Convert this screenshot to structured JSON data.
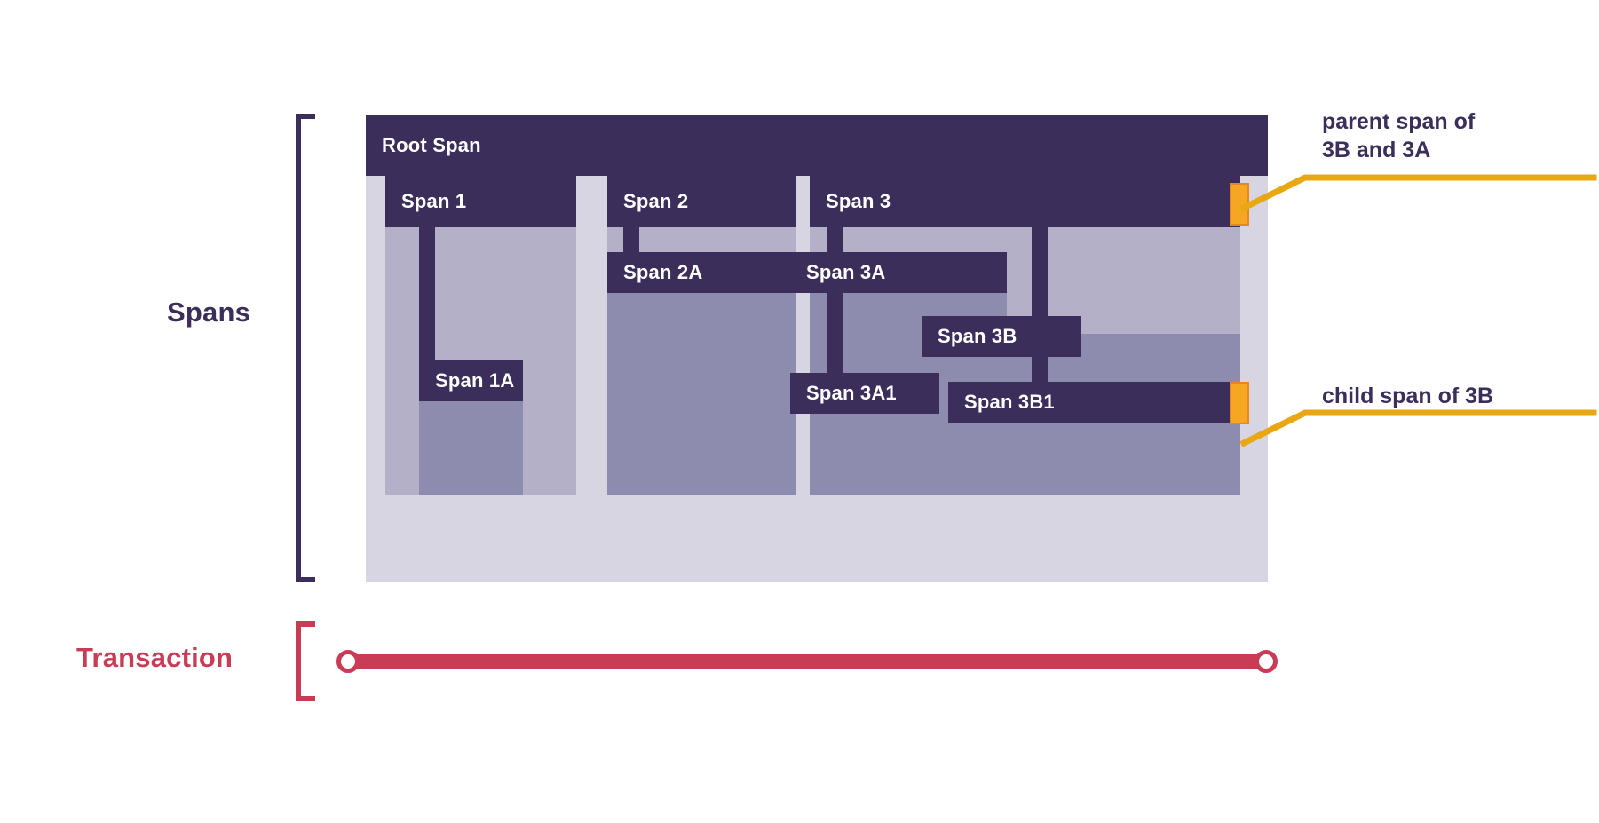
{
  "diagram": {
    "title": "Spans and Transaction trace waterfall",
    "categories": {
      "spans_label": "Spans",
      "transaction_label": "Transaction"
    },
    "colors": {
      "span_header": "#3b2e5a",
      "span_body_light": "#b3b0c7",
      "span_body_dark": "#8d8bae",
      "container_bg": "#d7d5e1",
      "marker": "#f5a623",
      "marker_border": "#e8881a",
      "transaction": "#ca3b55",
      "annotation_text": "#3b2e5a",
      "leader_line": "#e8a713",
      "page_bg": "#ffffff"
    },
    "spans": [
      {
        "id": "root",
        "label": "Root Span"
      },
      {
        "id": "s1",
        "label": "Span 1"
      },
      {
        "id": "s1a",
        "label": "Span 1A"
      },
      {
        "id": "s2",
        "label": "Span 2"
      },
      {
        "id": "s2a",
        "label": "Span 2A"
      },
      {
        "id": "s3",
        "label": "Span 3"
      },
      {
        "id": "s3a",
        "label": "Span 3A"
      },
      {
        "id": "s3a1",
        "label": "Span 3A1"
      },
      {
        "id": "s3b",
        "label": "Span 3B"
      },
      {
        "id": "s3b1",
        "label": "Span 3B1"
      }
    ],
    "annotations": [
      {
        "id": "parent-of-3b-3a",
        "text": "parent span of\n3B and 3A",
        "points_at": "Span 3"
      },
      {
        "id": "child-of-3b",
        "text": "child span of 3B",
        "points_at": "Span 3B1"
      }
    ]
  }
}
